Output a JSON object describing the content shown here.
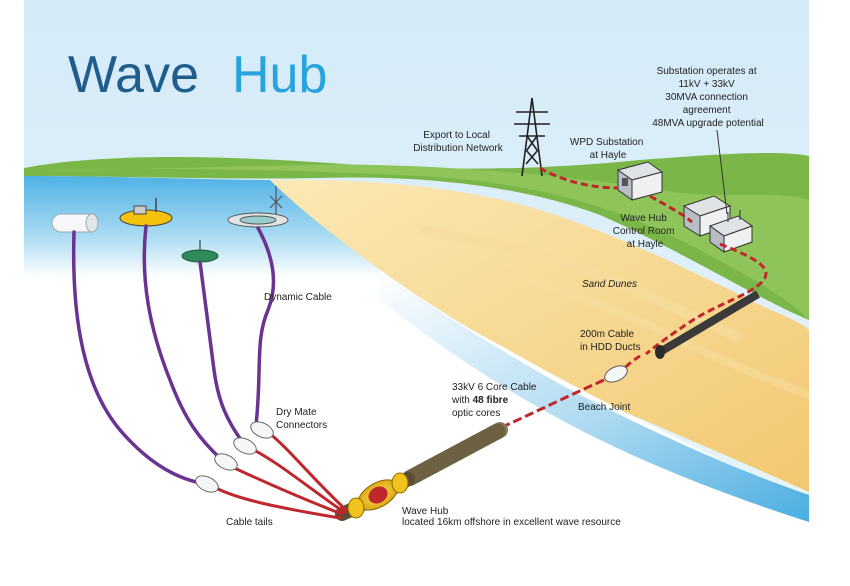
{
  "title": {
    "word1": "Wave",
    "word2": "Hub"
  },
  "labels": {
    "substation_ops": [
      "Substation operates at",
      "11kV + 33kV",
      "30MVA connection",
      "agreement",
      "48MVA upgrade potential"
    ],
    "export": [
      "Export to Local",
      "Distribution Network"
    ],
    "wpd": [
      "WPD Substation",
      "at Hayle"
    ],
    "control_room": [
      "Wave Hub",
      "Control Room",
      "at Hayle"
    ],
    "sand_dunes": "Sand Dunes",
    "dynamic_cable": "Dynamic Cable",
    "hdd": [
      "200m Cable",
      "in HDD Ducts"
    ],
    "core_cable": [
      "33kV 6 Core Cable",
      "with ",
      "48 fibre",
      "optic cores"
    ],
    "beach_joint": "Beach Joint",
    "dry_mate": [
      "Dry Mate",
      "Connectors"
    ],
    "cable_tails": "Cable tails",
    "wave_hub_label": "Wave Hub",
    "wave_hub_sub": "located 16km offshore in excellent wave resource"
  },
  "colors": {
    "sky": "#d6ecf7",
    "grass": "#7ab648",
    "sand": "#f3d58a",
    "sea_top": "#59b7e6",
    "title_dark": "#1f5e8c",
    "title_light": "#27a3dd",
    "purple_cable": "#6b3391",
    "red_cable": "#c0272d",
    "dashed": "#c0272d",
    "orange_text": "#e3912b"
  }
}
